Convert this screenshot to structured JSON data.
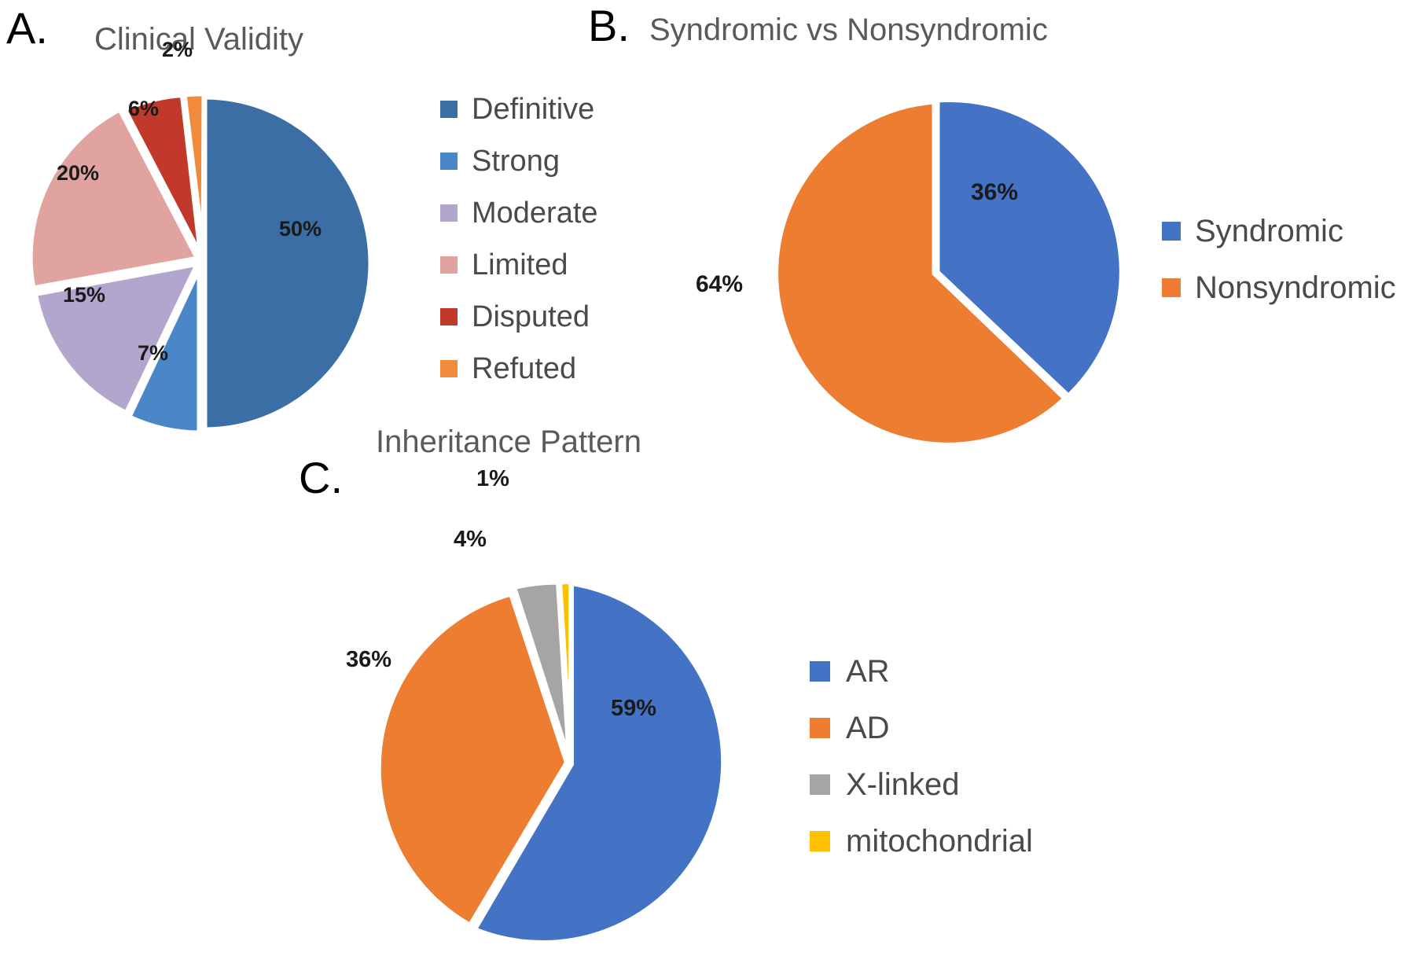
{
  "figure": {
    "background": "#ffffff",
    "panels": [
      "A.",
      "B.",
      "C."
    ]
  },
  "panelA": {
    "letter": "A.",
    "title": "Clinical Validity",
    "legend": [
      {
        "label": "Definitive",
        "color": "#3A6EA5"
      },
      {
        "label": "Strong",
        "color": "#4A87C8"
      },
      {
        "label": "Moderate",
        "color": "#B3A6CC"
      },
      {
        "label": "Limited",
        "color": "#E0A3A0"
      },
      {
        "label": "Disputed",
        "color": "#C0392B"
      },
      {
        "label": "Refuted",
        "color": "#F08B3C"
      }
    ],
    "labels": {
      "definitive": "50%",
      "strong": "7%",
      "moderate": "15%",
      "limited": "20%",
      "disputed": "6%",
      "refuted": "2%"
    }
  },
  "panelB": {
    "letter": "B.",
    "title": "Syndromic vs Nonsyndromic",
    "legend": [
      {
        "label": "Syndromic",
        "color": "#4472C4"
      },
      {
        "label": "Nonsyndromic",
        "color": "#ED7D31"
      }
    ],
    "labels": {
      "syndromic": "36%",
      "nonsyndromic": "64%"
    }
  },
  "panelC": {
    "letter": "C.",
    "title": "Inheritance Pattern",
    "legend": [
      {
        "label": "AR",
        "color": "#4472C4"
      },
      {
        "label": "AD",
        "color": "#ED7D31"
      },
      {
        "label": "X-linked",
        "color": "#A5A5A5"
      },
      {
        "label": "mitochondrial",
        "color": "#FFC000"
      }
    ],
    "labels": {
      "ar": "59%",
      "ad": "36%",
      "xlinked": "4%",
      "mitochondrial": "1%"
    }
  },
  "chart_data": [
    {
      "type": "pie",
      "panel": "A.",
      "title": "Clinical Validity",
      "categories": [
        "Definitive",
        "Strong",
        "Moderate",
        "Limited",
        "Disputed",
        "Refuted"
      ],
      "values": [
        50,
        7,
        15,
        20,
        6,
        2
      ],
      "data_labels": [
        "50%",
        "7%",
        "15%",
        "20%",
        "6%",
        "2%"
      ],
      "colors": [
        "#3A6EA5",
        "#4A87C8",
        "#B3A6CC",
        "#E0A3A0",
        "#C0392B",
        "#F08B3C"
      ],
      "unit": "percent",
      "start_angle": 0,
      "direction": "clockwise",
      "exploded": true,
      "legend_position": "right",
      "grid": false
    },
    {
      "type": "pie",
      "panel": "B.",
      "title": "Syndromic vs Nonsyndromic",
      "categories": [
        "Syndromic",
        "Nonsyndromic"
      ],
      "values": [
        36,
        64
      ],
      "data_labels": [
        "36%",
        "64%"
      ],
      "colors": [
        "#4472C4",
        "#ED7D31"
      ],
      "unit": "percent",
      "start_angle": 0,
      "direction": "clockwise",
      "exploded": false,
      "legend_position": "right",
      "grid": false
    },
    {
      "type": "pie",
      "panel": "C.",
      "title": "Inheritance Pattern",
      "categories": [
        "AR",
        "AD",
        "X-linked",
        "mitochondrial"
      ],
      "values": [
        59,
        36,
        4,
        1
      ],
      "data_labels": [
        "59%",
        "36%",
        "4%",
        "1%"
      ],
      "colors": [
        "#4472C4",
        "#ED7D31",
        "#A5A5A5",
        "#FFC000"
      ],
      "unit": "percent",
      "start_angle": 0,
      "direction": "clockwise",
      "exploded": true,
      "legend_position": "right",
      "grid": false
    }
  ]
}
